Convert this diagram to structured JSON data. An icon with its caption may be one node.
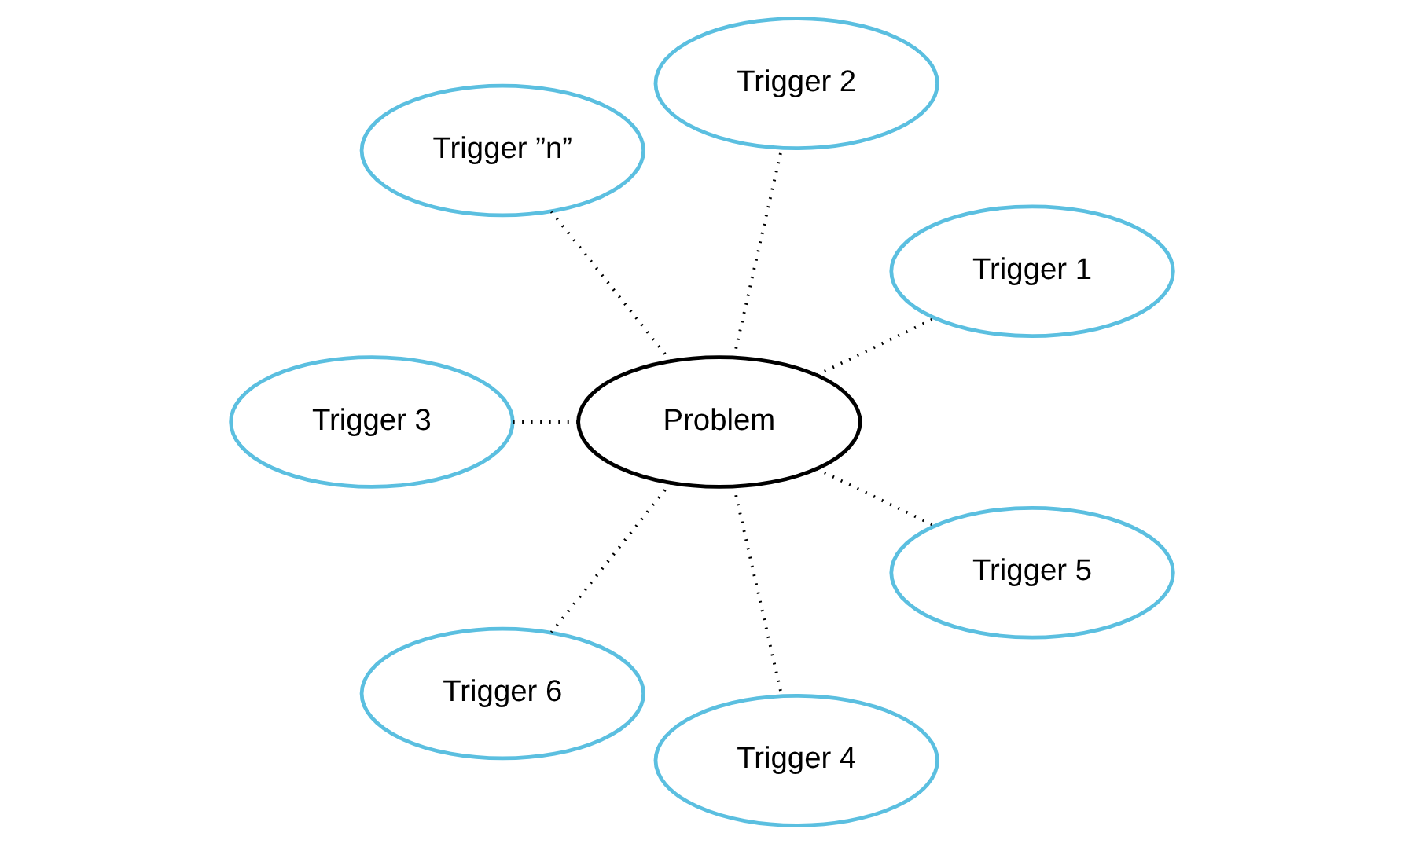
{
  "diagram": {
    "nodes": [
      {
        "text": [
          "Trigger 1"
        ]
      },
      {
        "text": [
          "Trigger 2"
        ]
      },
      {
        "text": [
          "Trigger ”n”"
        ]
      },
      {
        "text": [
          "Problem"
        ]
      },
      {
        "text": [
          "Trigger 3"
        ]
      },
      {
        "text": [
          "Trigger 6"
        ]
      },
      {
        "text": [
          "Trigger 4"
        ]
      },
      {
        "text": [
          "Trigger 5"
        ]
      }
    ],
    "edges": [
      {
        "from": 3,
        "to": 0,
        "arrow": "none",
        "style": "dashed"
      },
      {
        "from": 3,
        "to": 1,
        "arrow": "none",
        "style": "dashed"
      },
      {
        "from": 3,
        "to": 4,
        "arrow": "none",
        "style": "dashed"
      },
      {
        "from": 3,
        "to": 6,
        "arrow": "none",
        "style": "dashed"
      },
      {
        "from": 3,
        "to": 7,
        "arrow": "none",
        "style": "dashed"
      },
      {
        "from": 3,
        "to": 5,
        "arrow": "none",
        "style": "dashed"
      },
      {
        "from": 3,
        "to": 2,
        "arrow": "none",
        "style": "dashed"
      }
    ]
  }
}
